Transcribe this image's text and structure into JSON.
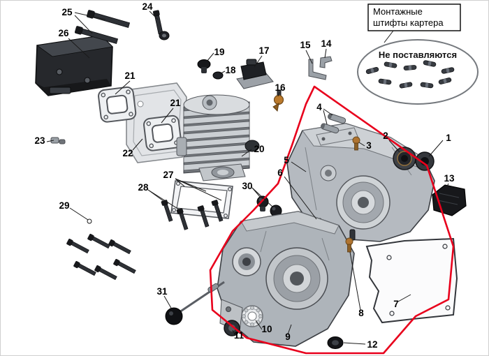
{
  "diagram": {
    "type": "exploded-parts-diagram",
    "background_color": "#ffffff",
    "highlight_outline_color": "#e8001c"
  },
  "note_box": {
    "line1": "Монтажные",
    "line2": "штифты картера"
  },
  "not_supplied": {
    "label": "Не поставляются"
  },
  "callouts": {
    "c1": "1",
    "c2": "2",
    "c3": "3",
    "c4": "4",
    "c5": "5",
    "c6": "6",
    "c7": "7",
    "c8": "8",
    "c9": "9",
    "c10": "10",
    "c11": "11",
    "c12": "12",
    "c13": "13",
    "c14": "14",
    "c15": "15",
    "c16": "16",
    "c17": "17",
    "c18": "18",
    "c19": "19",
    "c20": "20",
    "c21a": "21",
    "c21b": "21",
    "c22": "22",
    "c23": "23",
    "c24": "24",
    "c25": "25",
    "c26": "26",
    "c27": "27",
    "c28": "28",
    "c29": "29",
    "c30": "30",
    "c31": "31"
  }
}
